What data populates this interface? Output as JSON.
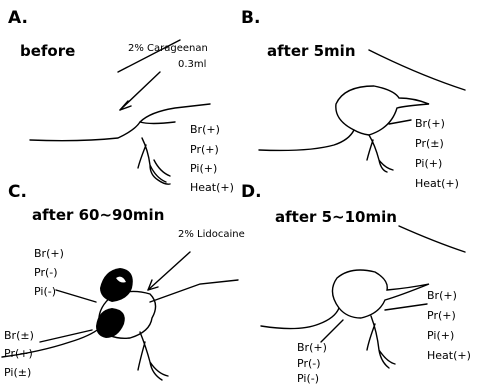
{
  "panels": {
    "a": {
      "letter": "A.",
      "title": "before",
      "injection_label": "2% Carageenan",
      "injection_volume": "0.3ml",
      "results": [
        "Br(+)",
        "Pr(+)",
        "Pi(+)",
        "Heat(+)"
      ]
    },
    "b": {
      "letter": "B.",
      "title": "after 5min",
      "results": [
        "Br(+)",
        "Pr(±)",
        "Pi(+)",
        "Heat(+)"
      ]
    },
    "c": {
      "letter": "C.",
      "title": "after 60~90min",
      "injection_label": "2% Lidocaine",
      "results_upper": [
        "Br(+)",
        "Pr(-)",
        "Pi(-)"
      ],
      "results_lower": [
        "Br(±)",
        "Pr(+)",
        "Pi(±)"
      ]
    },
    "d": {
      "letter": "D.",
      "title": "after 5~10min",
      "results_right": [
        "Br(+)",
        "Pr(+)",
        "Pi(+)",
        "Heat(+)"
      ],
      "results_left": [
        "Br(+)",
        "Pr(-)",
        "Pi(-)"
      ]
    }
  },
  "colors": {
    "ink": "#000000",
    "paper": "#ffffff"
  }
}
